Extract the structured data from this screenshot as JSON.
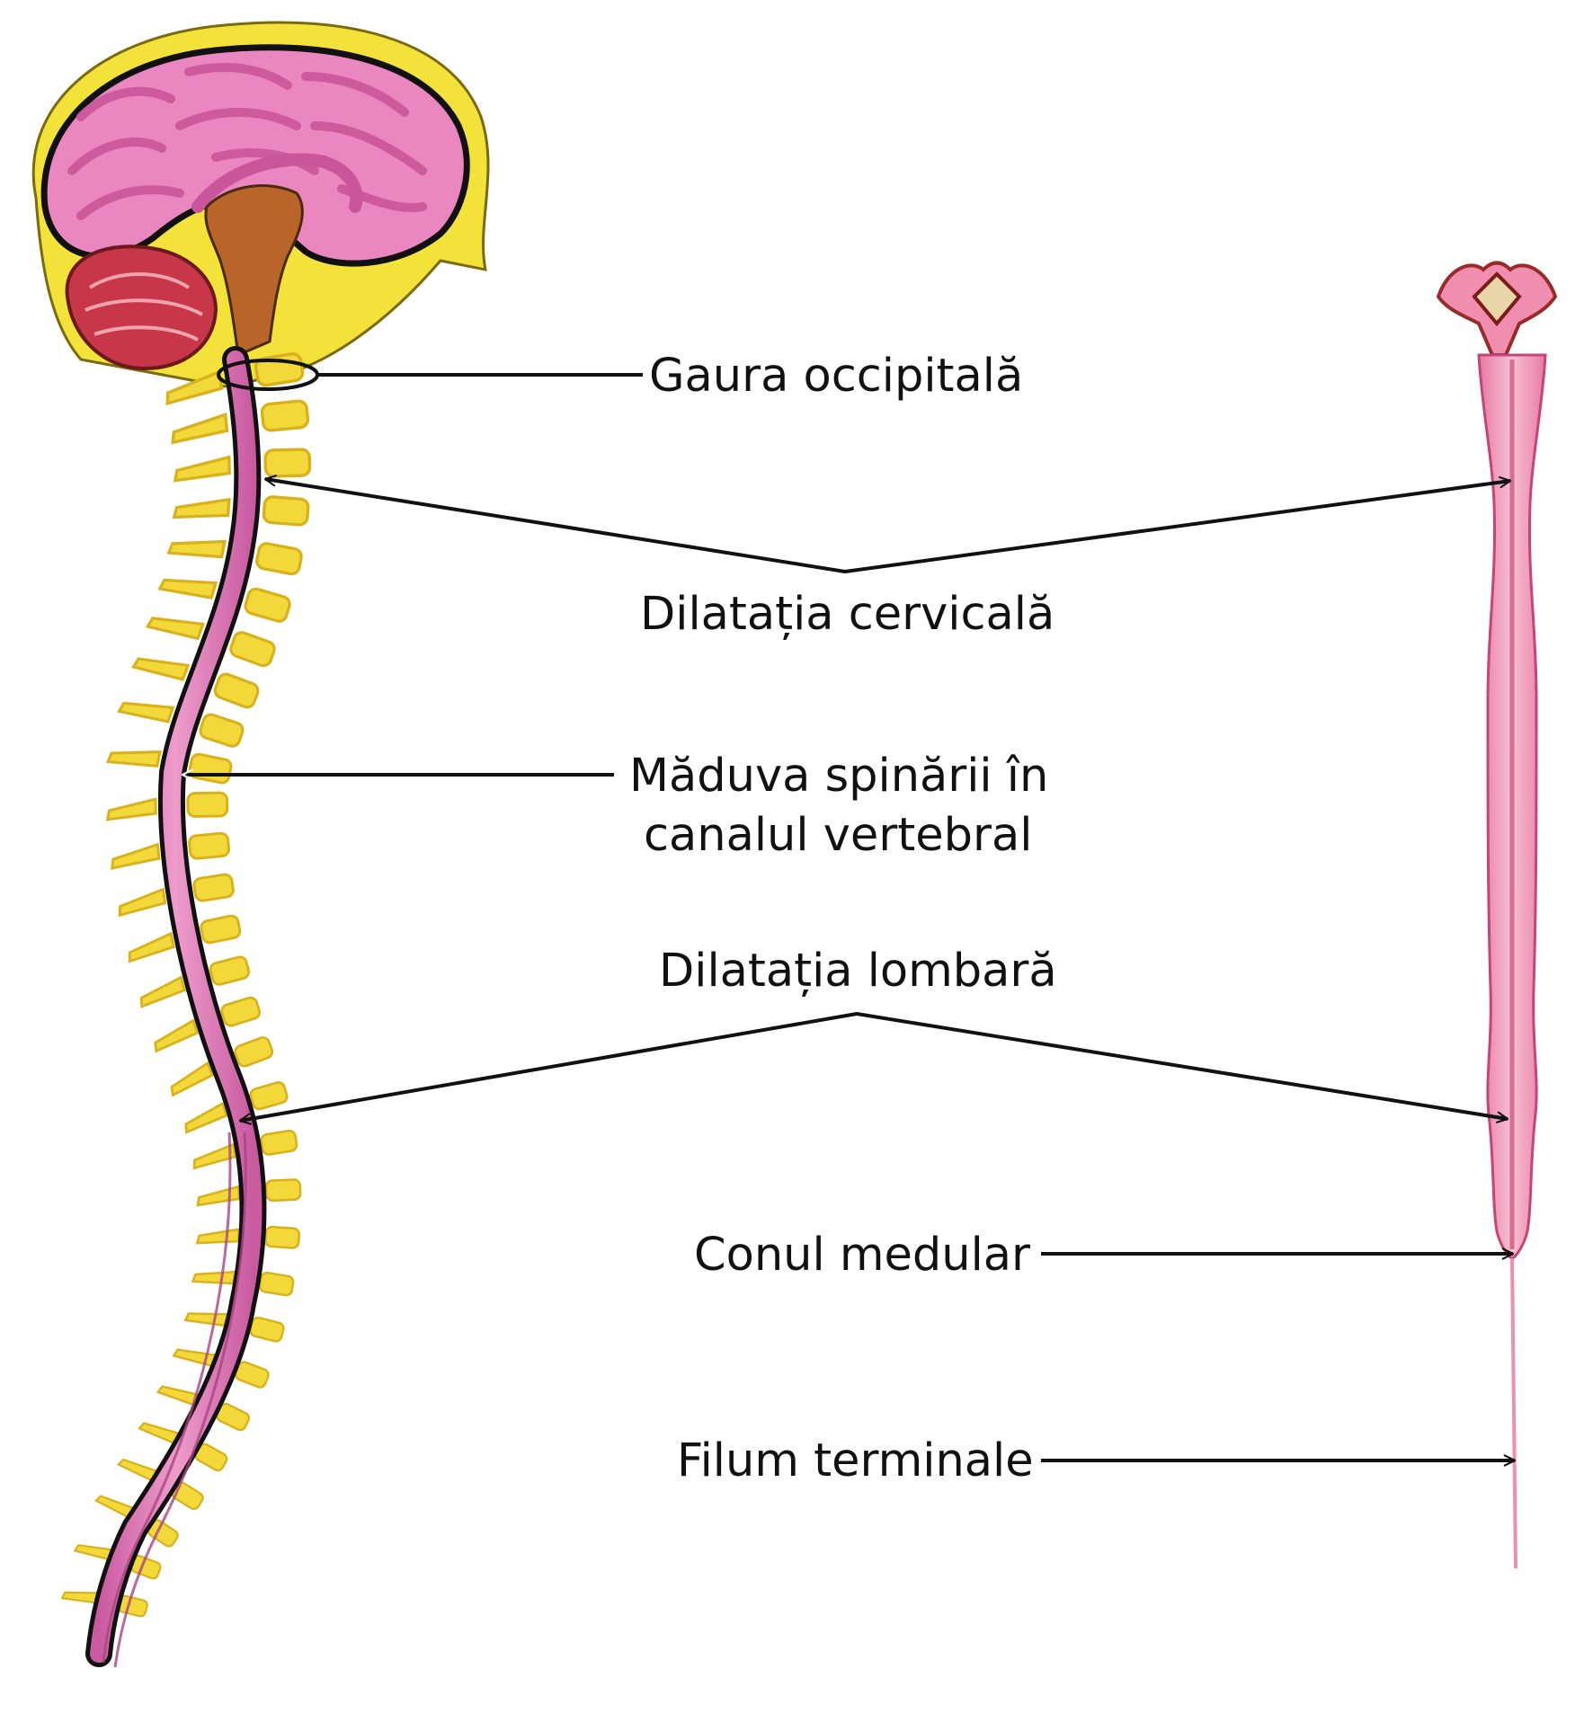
{
  "labels": {
    "foramen": "Gaura occipitală",
    "cervical": "Dilatația cervicală",
    "cord_line1": "Măduva spinării în",
    "cord_line2": "canalul vertebral",
    "lumbar": "Dilatația lombară",
    "conus": "Conul medular",
    "filum": "Filum terminale"
  },
  "colors": {
    "skull": "#f2e23a",
    "brain": "#ea86c0",
    "brain_dark": "#c9569a",
    "cerebellum": "#c8364a",
    "brainstem": "#b9652a",
    "cord": "#e07ab0",
    "vertebra": "#f3d83a",
    "vertebra_shadow": "#d8b21c",
    "line": "#111111",
    "isolated_cord": "#f08eb0",
    "isolated_cord_center": "#c94a6e"
  }
}
